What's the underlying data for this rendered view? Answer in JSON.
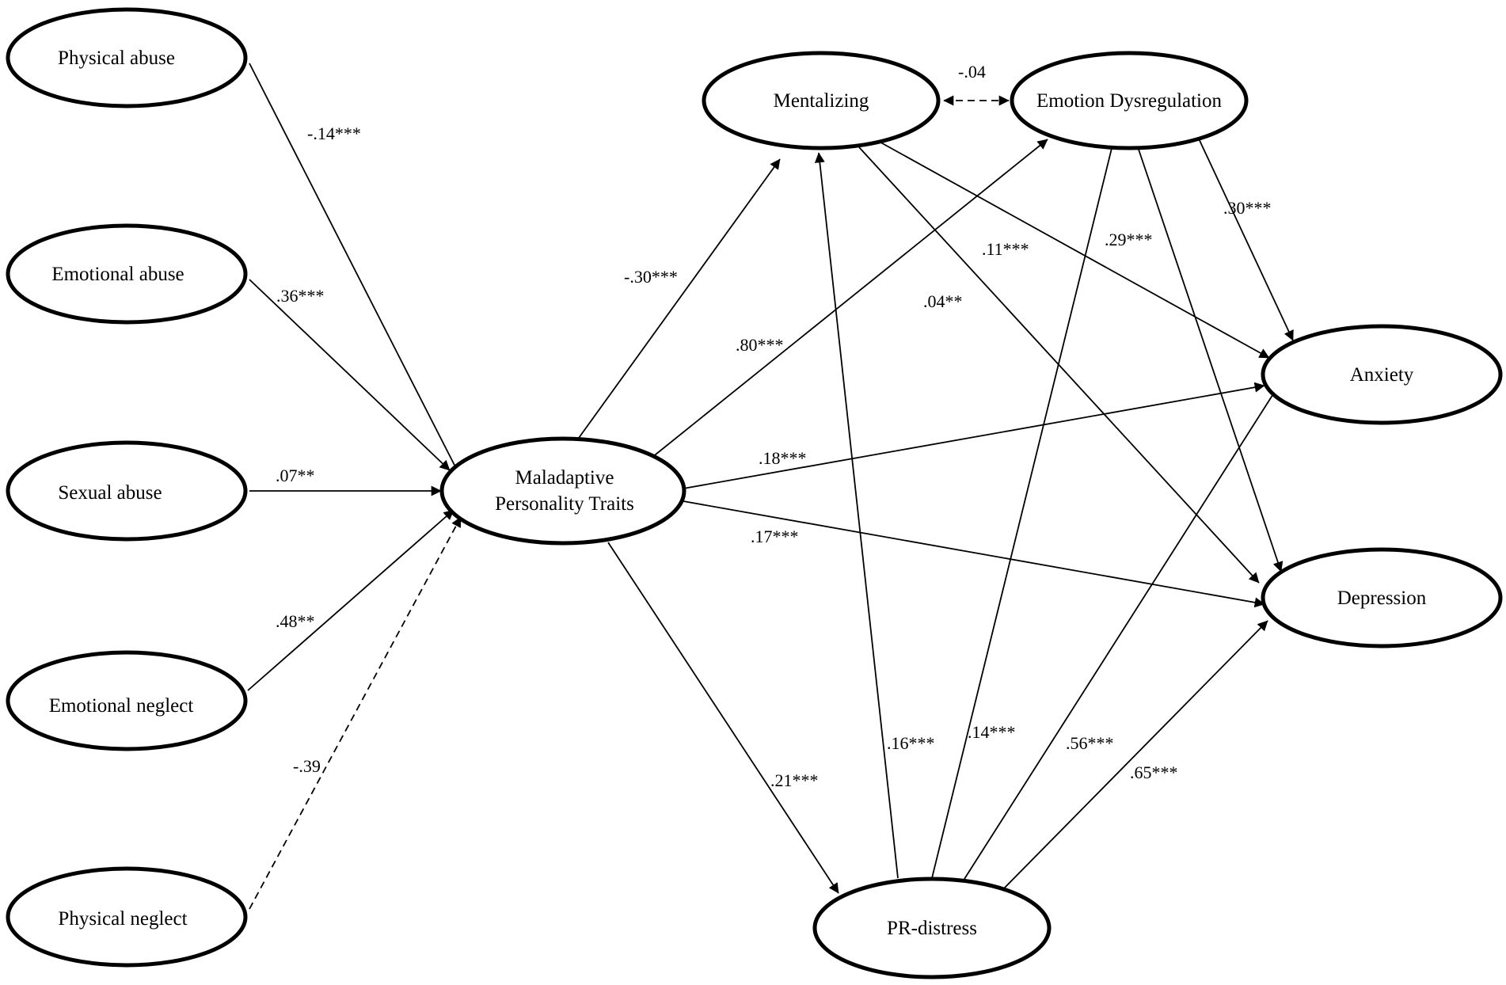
{
  "nodes": {
    "physical_abuse": "Physical abuse",
    "emotional_abuse": "Emotional abuse",
    "sexual_abuse": "Sexual abuse",
    "emotional_neglect": "Emotional neglect",
    "physical_neglect": "Physical neglect",
    "maladaptive_line1": "Maladaptive",
    "maladaptive_line2": "Personality Traits",
    "mentalizing": "Mentalizing",
    "emotion_dysregulation": "Emotion Dysregulation",
    "anxiety": "Anxiety",
    "depression": "Depression",
    "pr_distress": "PR-distress"
  },
  "edges": {
    "physical_abuse_to_traits": "-.14***",
    "emotional_abuse_to_traits": ".36***",
    "sexual_abuse_to_traits": ".07**",
    "emotional_neglect_to_traits": ".48**",
    "physical_neglect_to_traits": "-.39",
    "traits_to_mentalizing": "-.30***",
    "traits_to_emotion_dysregulation": ".80***",
    "traits_to_anxiety": ".18***",
    "traits_to_depression": ".17***",
    "traits_to_pr_distress": ".21***",
    "mentalizing_emotion_dysregulation": "-.04",
    "mentalizing_to_anxiety": ".11***",
    "mentalizing_to_depression": ".04**",
    "emotion_dysregulation_to_anxiety": ".30***",
    "emotion_dysregulation_to_depression": ".29***",
    "pr_distress_to_mentalizing": ".16***",
    "pr_distress_to_emotion_dysregulation": ".14***",
    "pr_distress_to_anxiety": ".56***",
    "pr_distress_to_depression": ".65***"
  }
}
